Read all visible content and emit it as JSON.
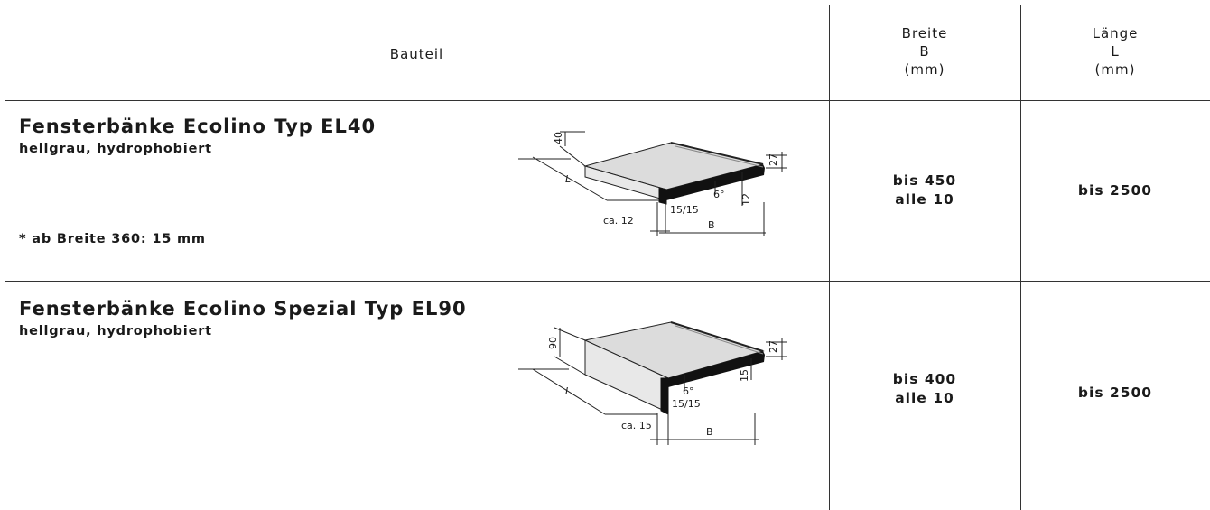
{
  "header": {
    "bauteil": "Bauteil",
    "breite": [
      "Breite",
      "B",
      "(mm)"
    ],
    "laenge": [
      "Länge",
      "L",
      "(mm)"
    ]
  },
  "rows": [
    {
      "title": "Fensterbänke Ecolino Typ EL40",
      "subtitle": "hellgrau, hydrophobiert",
      "note": "* ab Breite 360: 15 mm",
      "breite": [
        "bis 450",
        "alle 10"
      ],
      "laenge": "bis 2500",
      "drawing": {
        "height_dim": "40",
        "thickness_dim": "27",
        "nose_dim": "15/15",
        "angle": "6°",
        "slope_dim": "12",
        "overhang_dim": "ca. 12",
        "length_label": "L",
        "width_label": "B"
      }
    },
    {
      "title": "Fensterbänke Ecolino Spezial Typ EL90",
      "subtitle": "hellgrau, hydrophobiert",
      "breite": [
        "bis 400",
        "alle 10"
      ],
      "laenge": "bis 2500",
      "drawing": {
        "height_dim": "90",
        "thickness_dim": "27",
        "nose_dim": "15/15",
        "angle": "6°",
        "slope_dim": "15",
        "overhang_dim": "ca. 15",
        "length_label": "L",
        "width_label": "B"
      }
    }
  ]
}
